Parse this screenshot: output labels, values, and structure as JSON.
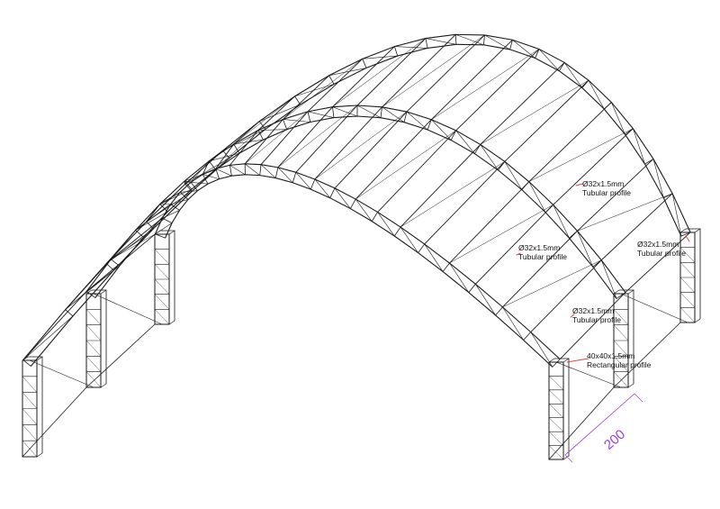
{
  "annotations": [
    {
      "id": "tube-top-right",
      "size": "Ø32x1.5mm",
      "profile": "Tubular profile"
    },
    {
      "id": "tube-right-edge",
      "size": "Ø32x1.5mm",
      "profile": "Tubular profile"
    },
    {
      "id": "tube-front-mid",
      "size": "Ø32x1.5mm",
      "profile": "Tubular profile"
    },
    {
      "id": "tube-lower-right",
      "size": "Ø32x1.5mm",
      "profile": "Tubular profile"
    },
    {
      "id": "rect-post",
      "size": "40x40x1.5mm",
      "profile": "Rectangular profile"
    }
  ],
  "dimension": {
    "value": "200"
  },
  "colors": {
    "line": "#1a1a1a",
    "leader": "#d44",
    "dimension": "#9a3bd6"
  }
}
